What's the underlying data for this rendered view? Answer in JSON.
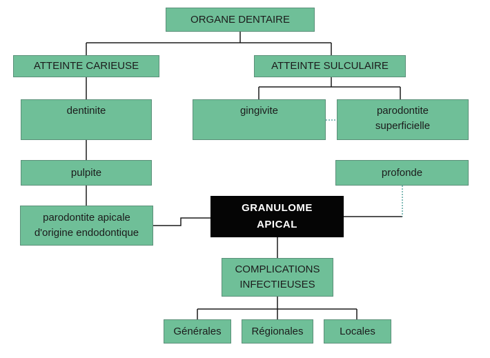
{
  "colors": {
    "node_fill": "#6fbf98",
    "node_border": "#5a8f78",
    "central_fill": "#050505",
    "central_text": "#ffffff",
    "line": "#1a1a1a",
    "dotted_line": "#5aa5a0"
  },
  "nodes": {
    "organe_dentaire": "ORGANE DENTAIRE",
    "atteinte_carieuse": "ATTEINTE CARIEUSE",
    "atteinte_sulculaire": "ATTEINTE SULCULAIRE",
    "dentinite": "dentinite",
    "gingivite": "gingivite",
    "parodontite_superficielle": "parodontite\nsuperficielle",
    "pulpite": "pulpite",
    "profonde": "profonde",
    "parodontite_apicale": "parodontite apicale\nd'origine endodontique",
    "granulome_apical": "GRANULOME\nAPICAL",
    "complications_infectieuses": "COMPLICATIONS\nINFECTIEUSES",
    "generales": "Générales",
    "regionales": "Régionales",
    "locales": "Locales"
  }
}
